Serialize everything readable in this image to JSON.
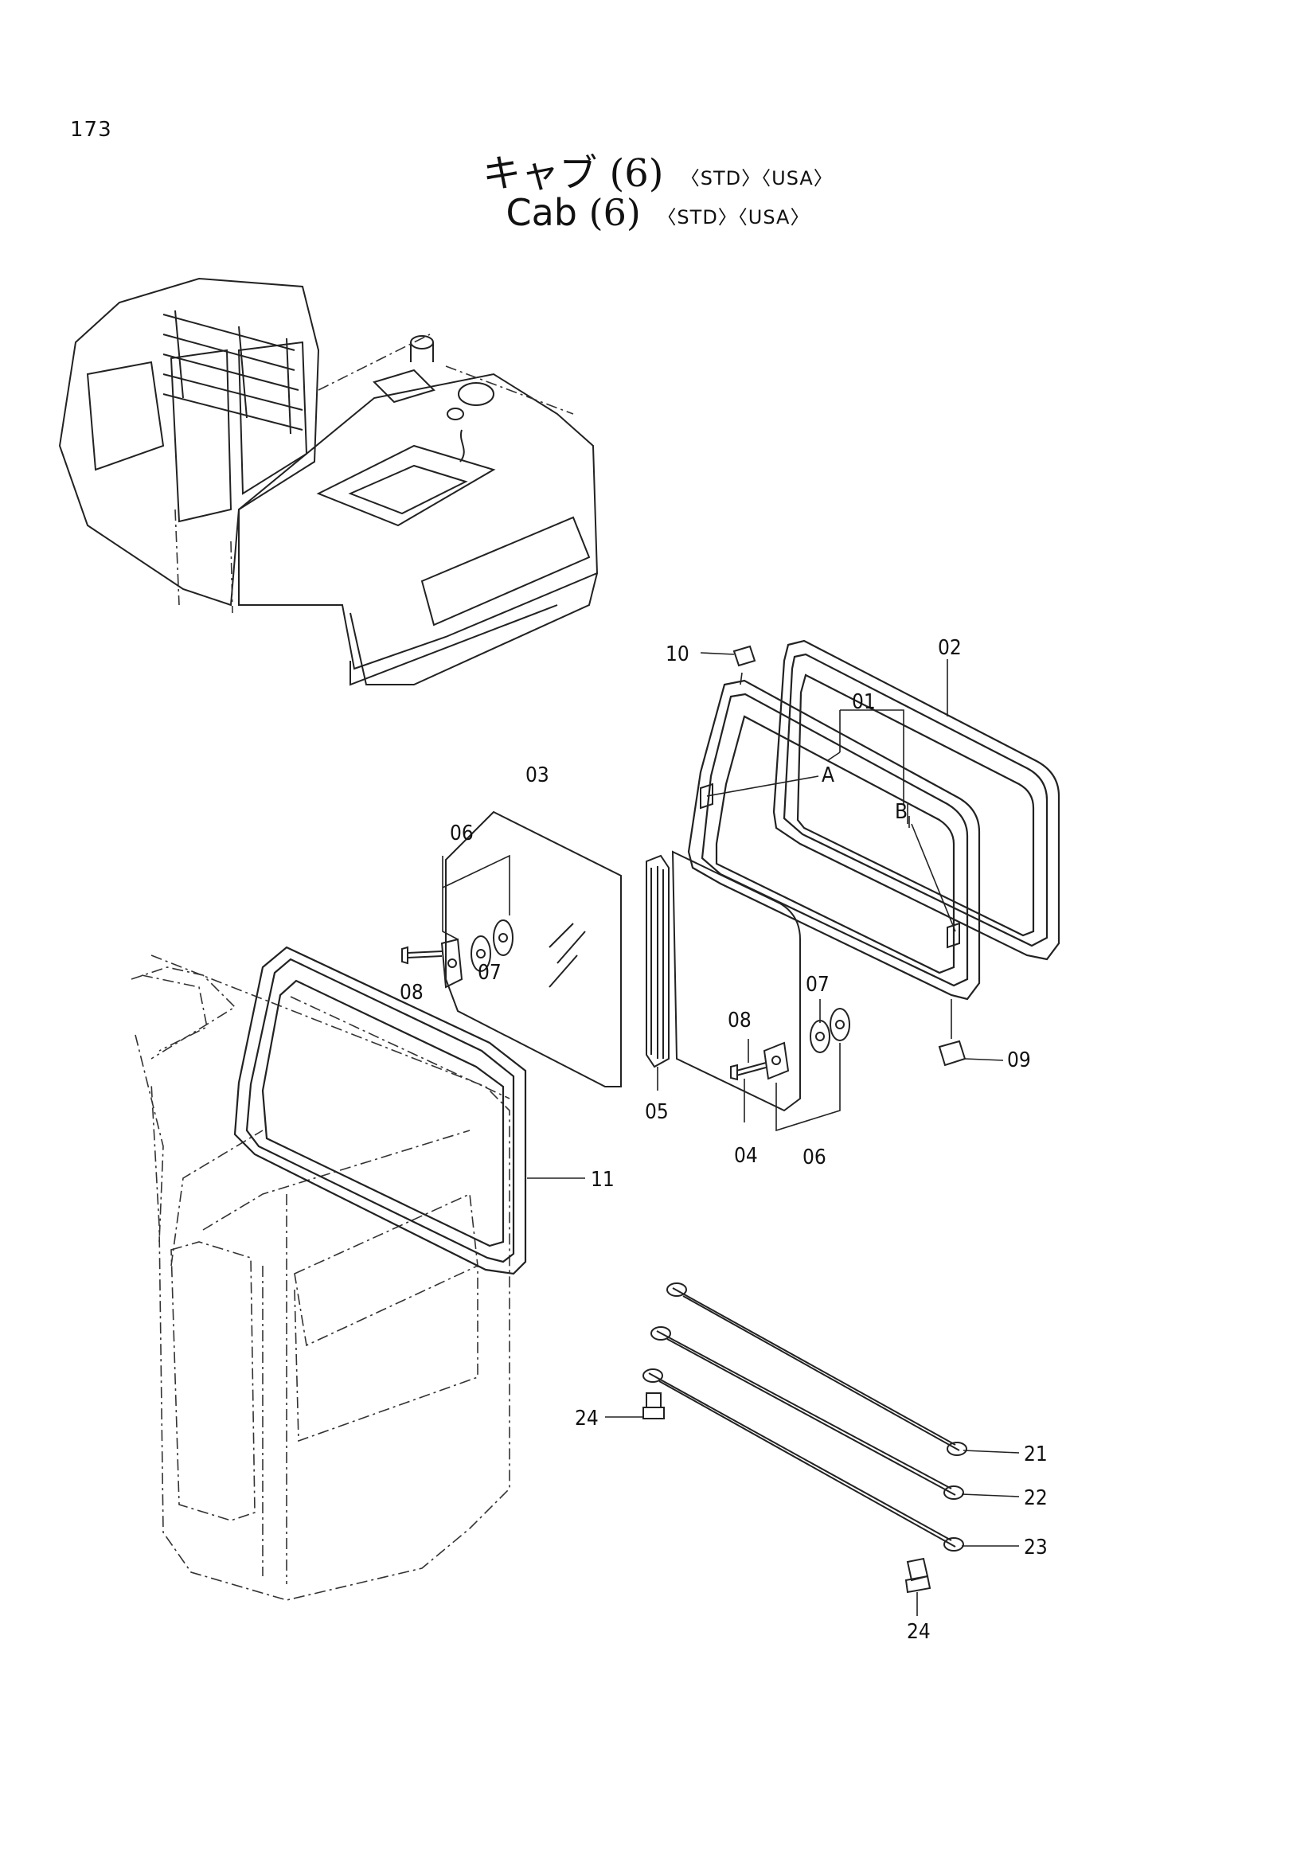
{
  "page_number": "173",
  "title_ja": {
    "text": "キャブ",
    "num": "(6)",
    "tags": "〈STD〉〈USA〉"
  },
  "title_en": {
    "text": "Cab",
    "num": "(6)",
    "tags": "〈STD〉〈USA〉"
  },
  "callouts": {
    "c01": "01",
    "c02": "02",
    "c03": "03",
    "c04": "04",
    "c05": "05",
    "c06a": "06",
    "c06b": "06",
    "c07a": "07",
    "c07b": "07",
    "c08a": "08",
    "c08b": "08",
    "c09": "09",
    "c10": "10",
    "c11": "11",
    "c21": "21",
    "c22": "22",
    "c23": "23",
    "c24a": "24",
    "c24b": "24",
    "cA": "A",
    "cB": "B"
  }
}
